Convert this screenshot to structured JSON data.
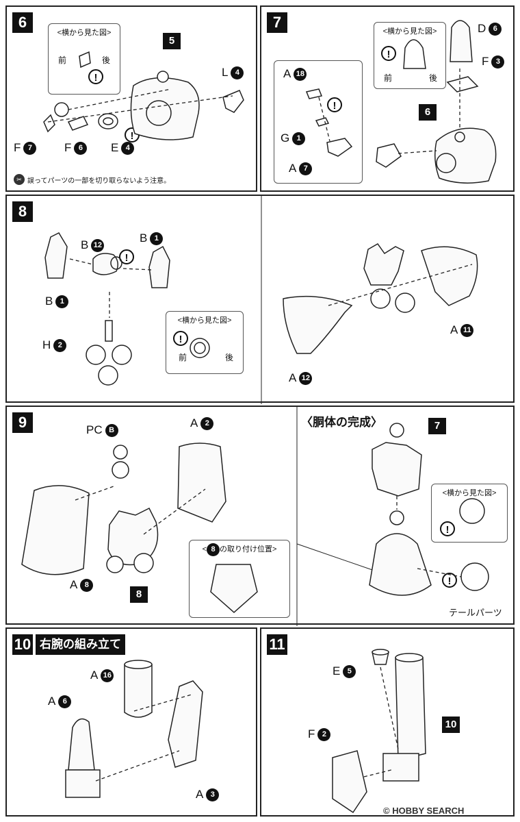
{
  "steps": {
    "s6": {
      "label": "6",
      "callout": "5",
      "side_view": {
        "caption": "<横から見た図>",
        "front": "前",
        "back": "後"
      },
      "parts": [
        {
          "letter": "F",
          "num": "7"
        },
        {
          "letter": "F",
          "num": "6"
        },
        {
          "letter": "E",
          "num": "4"
        },
        {
          "letter": "L",
          "num": "4"
        }
      ],
      "note": "誤ってパーツの一部を切り取らないよう注意。"
    },
    "s7": {
      "label": "7",
      "callout": "6",
      "side_view": {
        "caption": "<横から見た図>",
        "front": "前",
        "back": "後"
      },
      "parts": [
        {
          "letter": "A",
          "num": "18"
        },
        {
          "letter": "G",
          "num": "1"
        },
        {
          "letter": "A",
          "num": "7"
        },
        {
          "letter": "D",
          "num": "6"
        },
        {
          "letter": "F",
          "num": "3"
        }
      ]
    },
    "s8": {
      "label": "8",
      "side_view": {
        "caption": "<横から見た図>",
        "front": "前",
        "back": "後"
      },
      "parts": [
        {
          "letter": "B",
          "num": "12"
        },
        {
          "letter": "B",
          "num": "1"
        },
        {
          "letter": "B",
          "num": "1"
        },
        {
          "letter": "H",
          "num": "2"
        },
        {
          "letter": "A",
          "num": "11"
        },
        {
          "letter": "A",
          "num": "12"
        }
      ]
    },
    "s9": {
      "label": "9",
      "callout": "8",
      "parts": [
        {
          "letter": "PC",
          "num": "B"
        },
        {
          "letter": "A",
          "num": "2"
        },
        {
          "letter": "A",
          "num": "8"
        }
      ],
      "mount_box": {
        "num": "8",
        "caption": "の取り付け位置>"
      }
    },
    "torso": {
      "title": "〈胴体の完成〉",
      "callout": "7",
      "side_view": {
        "caption": "<横から見た図>"
      },
      "tail_label": "テールパーツ"
    },
    "s10": {
      "label": "10",
      "title": "右腕の組み立て",
      "parts": [
        {
          "letter": "A",
          "num": "16"
        },
        {
          "letter": "A",
          "num": "6"
        },
        {
          "letter": "A",
          "num": "3"
        }
      ]
    },
    "s11": {
      "label": "11",
      "callout": "10",
      "parts": [
        {
          "letter": "E",
          "num": "5"
        },
        {
          "letter": "F",
          "num": "2"
        }
      ]
    }
  },
  "watermark": "HOBBY SEARCH",
  "icons": {
    "warning": "exclamation-icon",
    "note": "scissors-note-icon"
  }
}
